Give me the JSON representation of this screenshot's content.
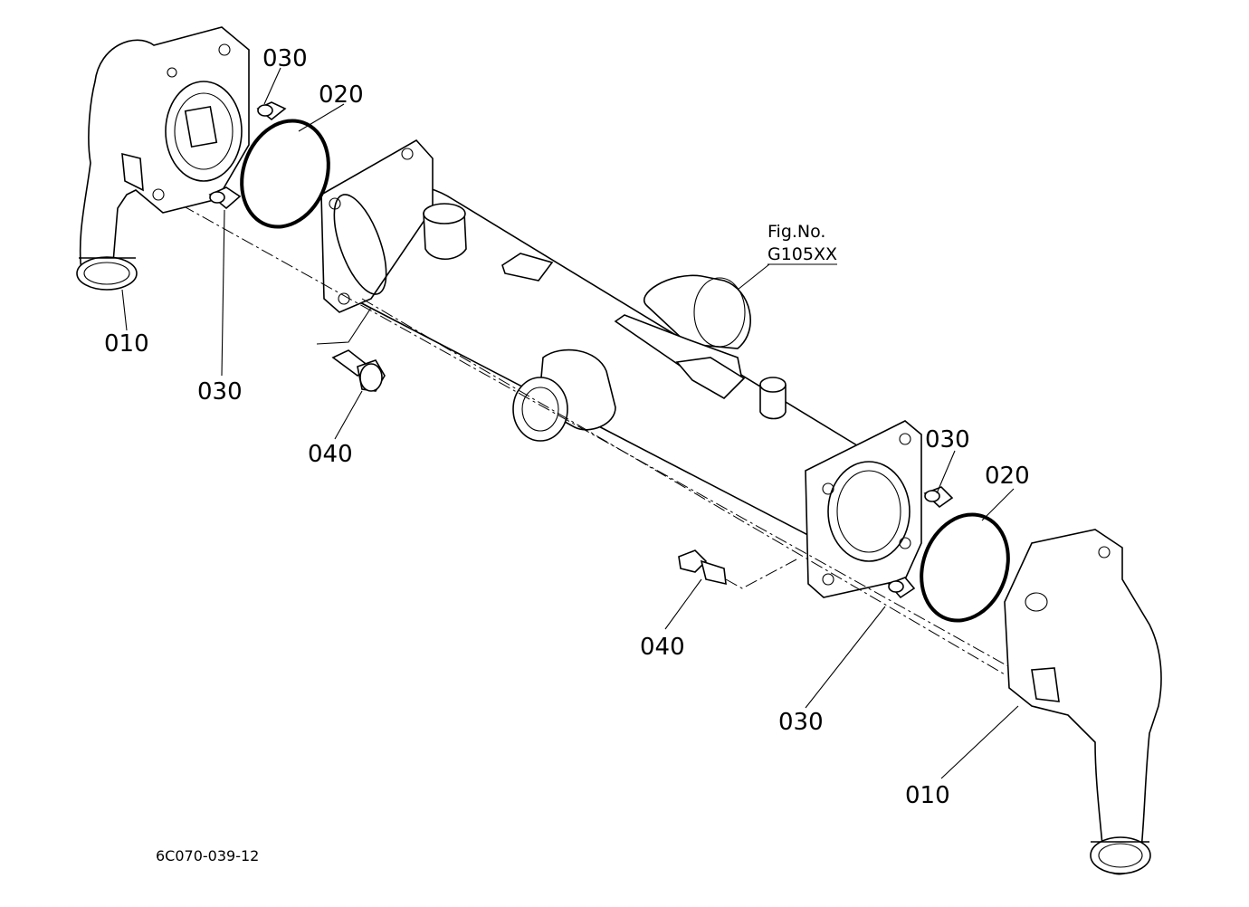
{
  "callouts": {
    "elbow_left": "010",
    "elbow_right": "010",
    "oring_left": "020",
    "oring_right": "020",
    "pin_left_top": "030",
    "pin_left_bottom": "030",
    "pin_right_top": "030",
    "pin_right_bottom": "030",
    "plug_left": "040",
    "bolt_right": "040"
  },
  "fig_ref": {
    "label": "Fig.No.",
    "number": "G105XX"
  },
  "drawing_code": "6C070-039-12"
}
